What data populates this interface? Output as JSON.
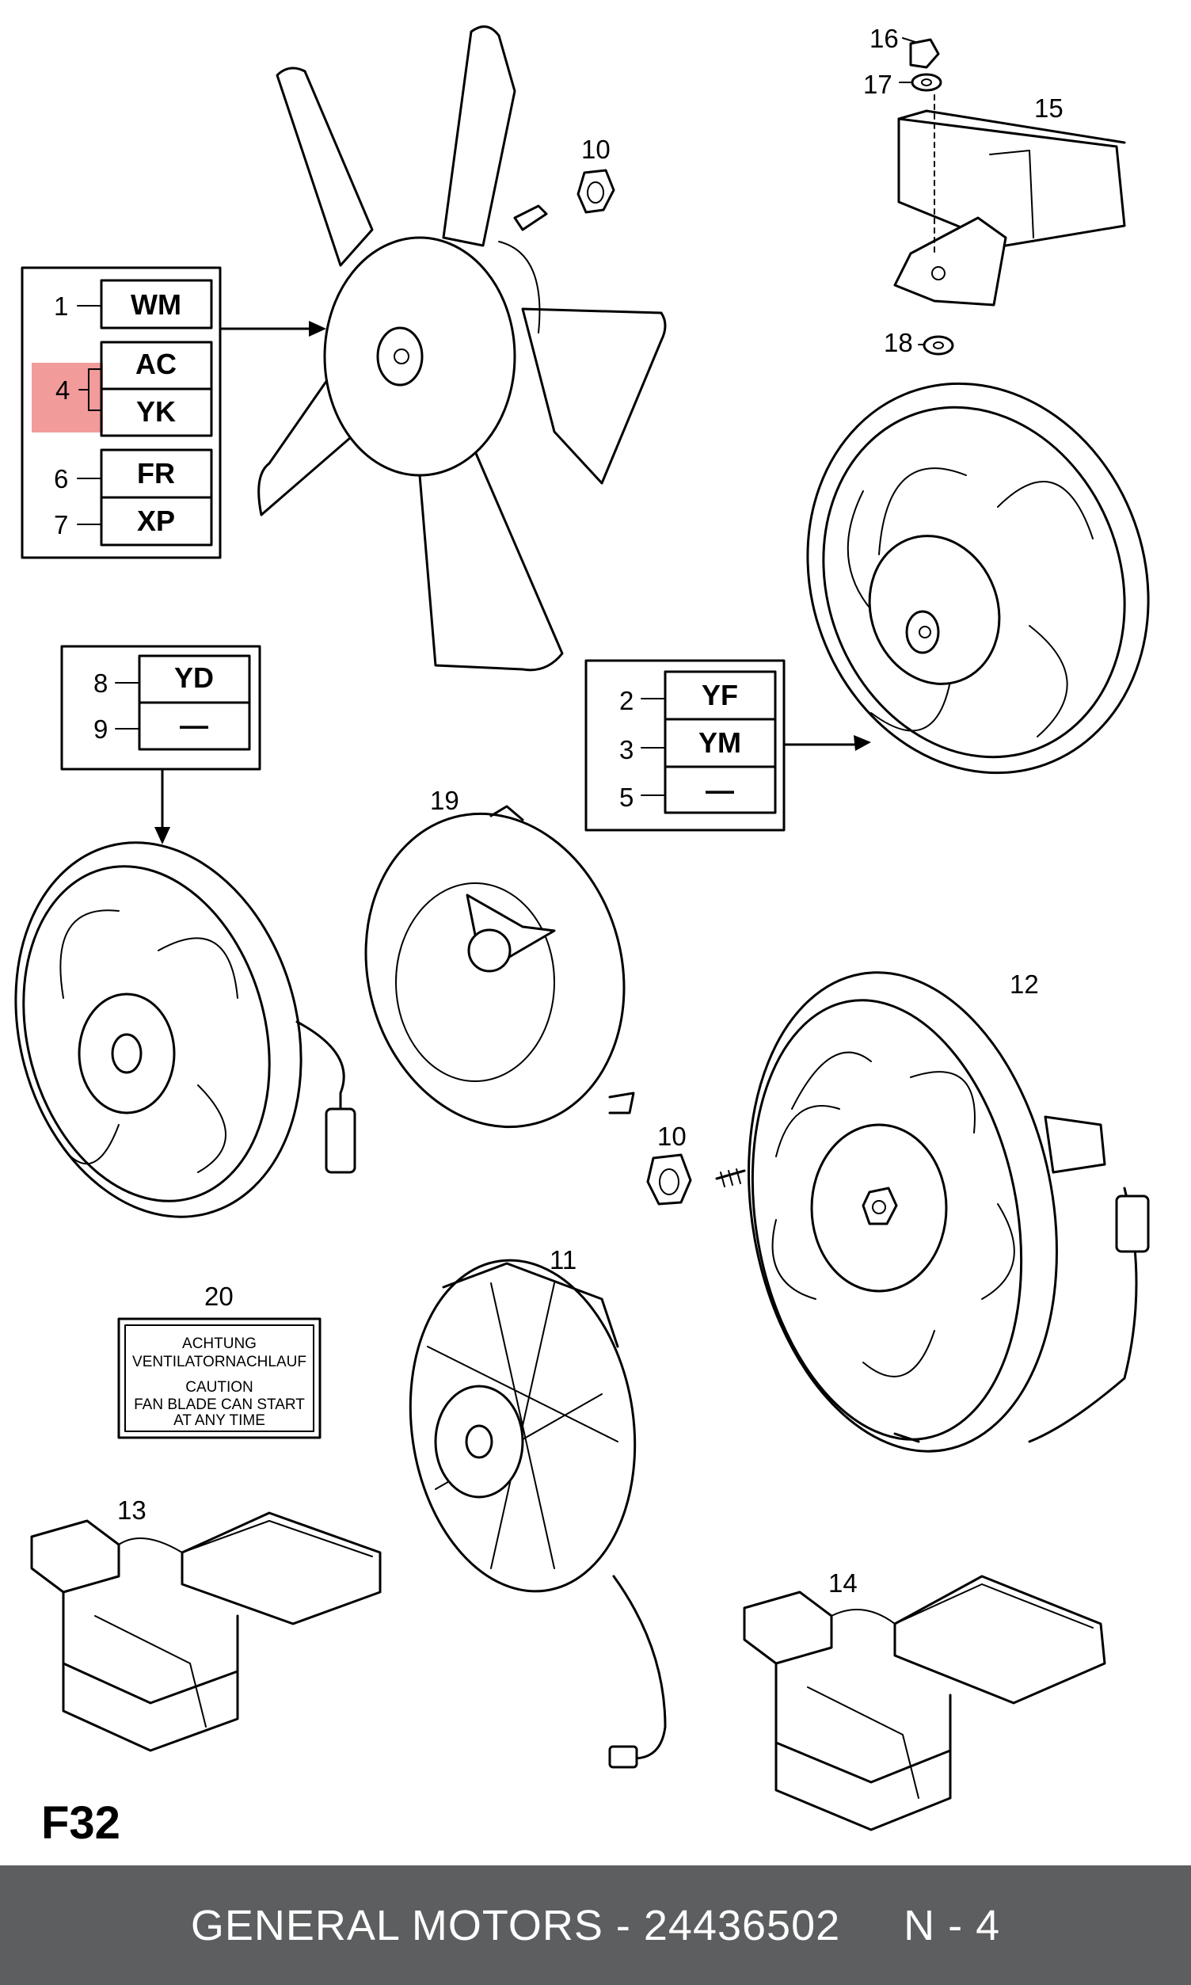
{
  "diagram": {
    "page_code": "F32",
    "callouts": {
      "c1": "1",
      "c2": "2",
      "c3": "3",
      "c4": "4",
      "c5": "5",
      "c6": "6",
      "c7": "7",
      "c8": "8",
      "c9": "9",
      "c10a": "10",
      "c10b": "10",
      "c11": "11",
      "c12": "12",
      "c13": "13",
      "c14": "14",
      "c15": "15",
      "c16": "16",
      "c17": "17",
      "c18": "18",
      "c19": "19",
      "c20": "20"
    },
    "box_a": {
      "codes": [
        "WM",
        "AC",
        "YK",
        "FR",
        "XP"
      ]
    },
    "box_b": {
      "codes": [
        "YD",
        "—"
      ]
    },
    "box_c": {
      "codes": [
        "YF",
        "YM",
        "—"
      ]
    },
    "warning_plate": {
      "line1": "ACHTUNG",
      "line2": "VENTILATORNACHLAUF",
      "line3": "CAUTION",
      "line4": "FAN BLADE CAN START",
      "line5": "AT ANY TIME"
    },
    "highlight_color": "#f08a8a"
  },
  "footer": {
    "brand": "GENERAL MOTORS - 24436502",
    "page_ref": "N - 4"
  }
}
